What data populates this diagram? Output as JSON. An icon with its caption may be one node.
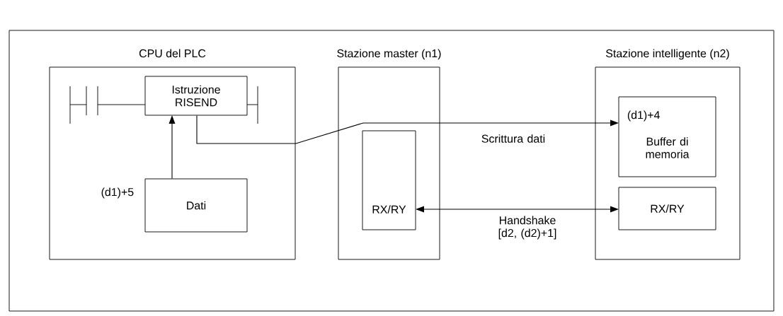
{
  "diagram": {
    "nodes": [
      {
        "text": [
          "CPU del PLC"
        ]
      },
      {
        "text": [
          "Istruzione RISEND"
        ],
        "in": 0
      },
      {
        "text": [
          "Dati"
        ],
        "in": 0,
        "beside": [
          "(d1)+5"
        ]
      },
      {
        "text": [
          "Stazione master (n1)"
        ]
      },
      {
        "text": [
          "RX/RY"
        ],
        "in": 3
      },
      {
        "text": [
          "Stazione intelligente (n2)"
        ]
      },
      {
        "text": [
          "(d1)+4",
          "Buffer di memoria"
        ],
        "in": 5
      },
      {
        "text": [
          "RX/RY"
        ],
        "in": 5
      }
    ],
    "edges": [
      {
        "from": 2,
        "to": 1,
        "arrow": "to"
      },
      {
        "from": 1,
        "to": 6,
        "arrow": "to",
        "label": "Scrittura dati"
      },
      {
        "from": 4,
        "to": 7,
        "arrow": "both",
        "label": "Handshake [d2, (d2)+1]"
      }
    ]
  }
}
